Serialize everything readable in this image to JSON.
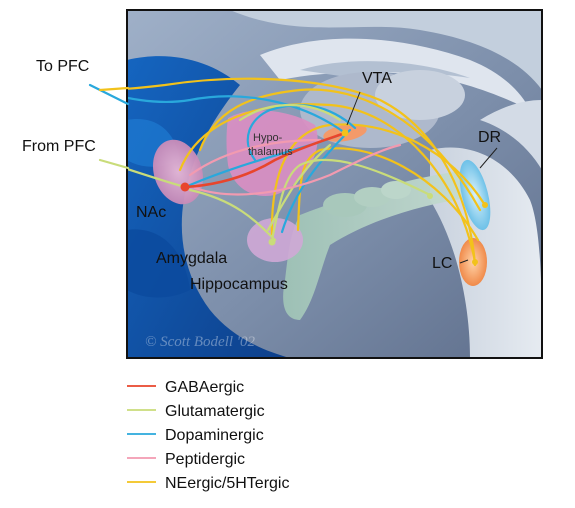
{
  "labels": {
    "to_pfc": "To PFC",
    "from_pfc": "From PFC",
    "vta": "VTA",
    "dr": "DR",
    "lc": "LC",
    "nac": "NAc",
    "amygdala": "Amygdala",
    "hippocampus": "Hippocampus",
    "hypothalamus_line1": "Hypo-",
    "hypothalamus_line2": "thalamus",
    "credit": "© Scott Bodell '02"
  },
  "legend": [
    {
      "label": "GABAergic",
      "color": "#e8452c"
    },
    {
      "label": "Glutamatergic",
      "color": "#c9dc7a"
    },
    {
      "label": "Dopaminergic",
      "color": "#29a8dc"
    },
    {
      "label": "Peptidergic",
      "color": "#f29ab0"
    },
    {
      "label": "NEergic/5HTergic",
      "color": "#f2c21b"
    }
  ],
  "colors": {
    "gaba": "#e8452c",
    "glutamate": "#c9dc7a",
    "dopamine": "#29a8dc",
    "peptide": "#f29ab0",
    "ne5ht": "#f2c21b"
  }
}
